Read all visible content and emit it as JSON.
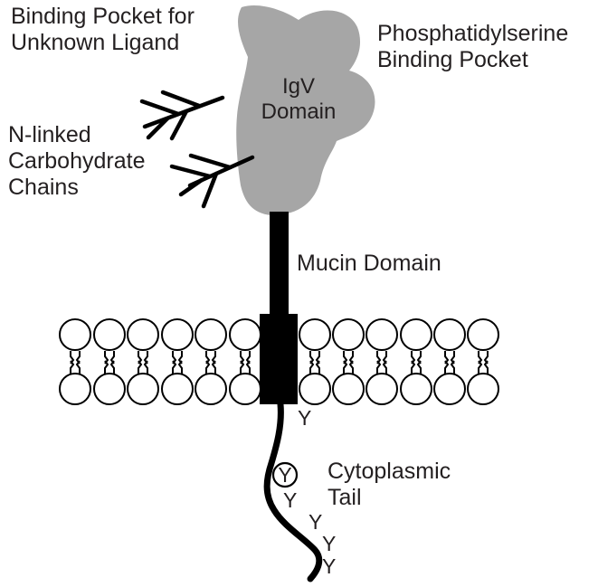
{
  "labels": {
    "unknown_ligand_pocket": [
      "Binding Pocket for",
      "Unknown Ligand"
    ],
    "ps_pocket": [
      "Phosphatidylserine",
      "Binding Pocket"
    ],
    "igv_domain": [
      "IgV",
      "Domain"
    ],
    "n_linked": [
      "N-linked",
      "Carbohydrate",
      "Chains"
    ],
    "mucin_domain": [
      "Mucin Domain"
    ],
    "cytoplasmic_tail": [
      "Cytoplasmic",
      "Tail"
    ],
    "tyrosine": "Y"
  },
  "colors": {
    "igv_domain_fill": "#a6a6a6",
    "line": "#000000",
    "text": "#231f20",
    "background": "#ffffff"
  }
}
